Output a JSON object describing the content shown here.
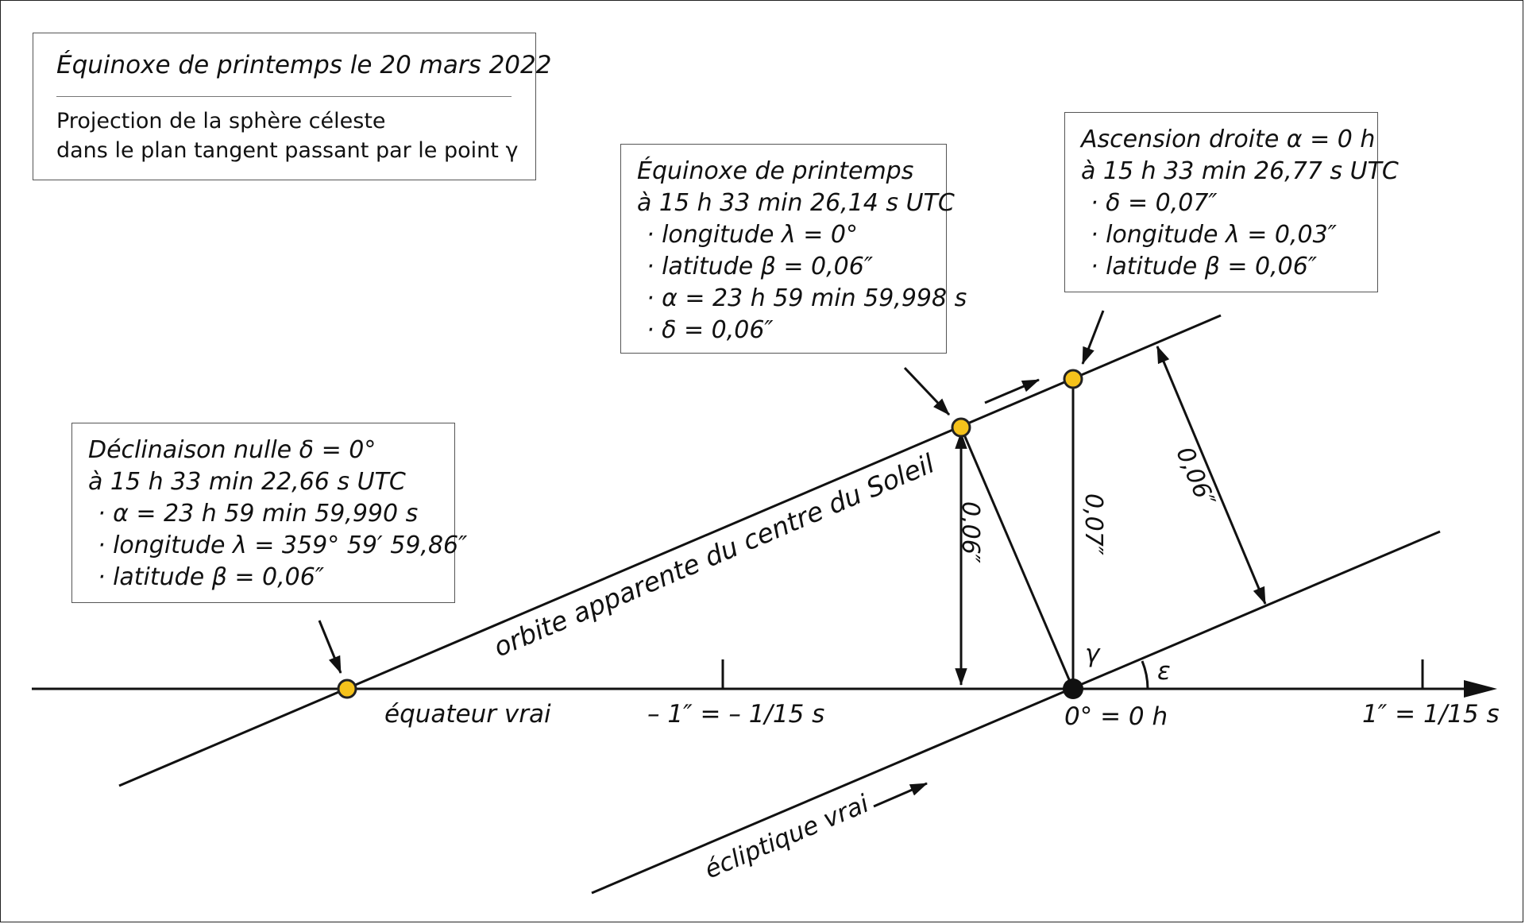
{
  "title_box": {
    "title": "Équinoxe de printemps le 20 mars 2022",
    "subtitle_line1": "Projection de la sphère céleste",
    "subtitle_line2": "dans le plan tangent passant par le point γ"
  },
  "boxes": {
    "equinox": {
      "line1": "Équinoxe de printemps",
      "line2": "à 15 h 33 min 26,14 s UTC",
      "line3": "· longitude λ = 0°",
      "line4": "· latitude β = 0,06″",
      "line5": "· α = 23 h 59 min 59,998 s",
      "line6": "· δ = 0,06″"
    },
    "ascension": {
      "line1": "Ascension droite α = 0 h",
      "line2": "à 15 h 33 min 26,77 s UTC",
      "line3": "· δ = 0,07″",
      "line4": "· longitude λ = 0,03″",
      "line5": "· latitude β = 0,06″"
    },
    "declinaison": {
      "line1": "Déclinaison nulle δ = 0°",
      "line2": "à 15 h 33 min 22,66 s UTC",
      "line3": "· α = 23 h 59 min 59,990 s",
      "line4": "· longitude λ = 359° 59′ 59,86″",
      "line5": "· latitude β = 0,06″"
    }
  },
  "labels": {
    "orbit": "orbite apparente du centre du Soleil",
    "equator": "équateur vrai",
    "ecliptic": "écliptique vrai",
    "tick_minus": "– 1″ = – 1/15 s",
    "tick_origin": "0° = 0 h",
    "tick_plus": "1″ = 1/15 s",
    "gamma": "γ",
    "epsilon": "ε",
    "dim_006_left": "0,06″",
    "dim_007": "0,07″",
    "dim_006_right": "0,06″"
  },
  "colors": {
    "point_fill": "#f5c21b",
    "point_stroke": "#222222",
    "line": "#111111"
  }
}
